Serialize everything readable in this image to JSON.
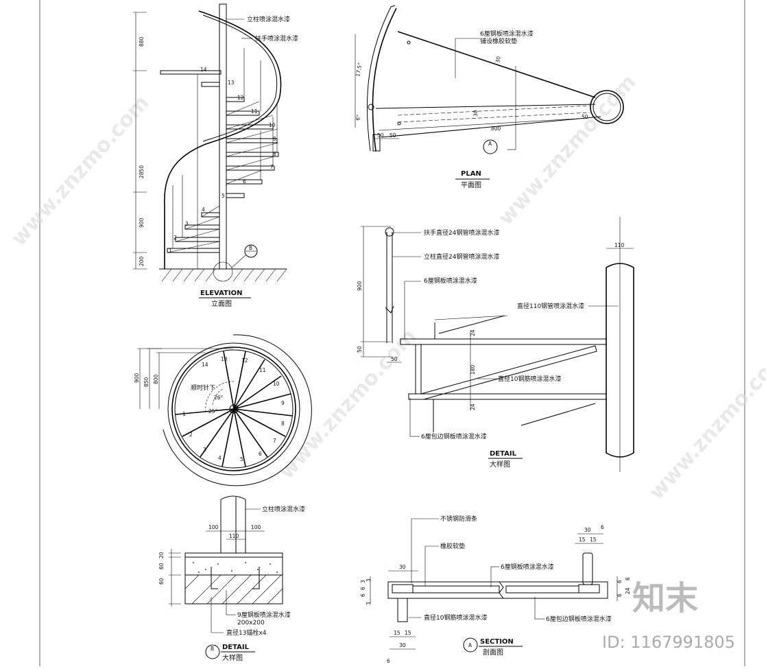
{
  "elevation": {
    "title": "ELEVATION",
    "subtitle": "立面图",
    "labels": {
      "column": "立柱喷涂混水漆",
      "handrail": "扶手喷涂混水漆",
      "callout": "B"
    },
    "dims": [
      "880",
      "2850",
      "900",
      "200"
    ],
    "steps": [
      "1",
      "2",
      "3",
      "4",
      "5",
      "6",
      "7",
      "8",
      "9",
      "10",
      "11",
      "12",
      "13",
      "14"
    ]
  },
  "plan": {
    "title": "PLAN",
    "subtitle": "平面图",
    "labels": {
      "plate": "6厘钢板喷涂混水漆",
      "pad": "铺设橡胶软垫",
      "callout": "A"
    },
    "dims": [
      "30",
      "30",
      "800",
      "50",
      "50",
      "50",
      "17.5°",
      "6°"
    ]
  },
  "plan_circle": {
    "label": "顺时针下",
    "dims": [
      "900",
      "850",
      "800"
    ],
    "angles": [
      "25°",
      "26°"
    ],
    "steps": [
      "1",
      "2",
      "3",
      "4",
      "5",
      "6",
      "7",
      "8",
      "9",
      "10",
      "11",
      "12",
      "13",
      "14"
    ]
  },
  "detail_right": {
    "title": "DETAIL",
    "subtitle": "大样图",
    "labels": {
      "handrail": "扶手直径24钢管喷涂混水漆",
      "post": "立柱直径24钢管喷涂混水漆",
      "plate": "6厘钢板喷涂混水漆",
      "pipe": "直径110钢管喷涂混水漆",
      "rebar": "直径10钢筋喷涂混水漆",
      "edge": "6厘包边钢板喷涂混水漆"
    },
    "dims": [
      "110",
      "900",
      "50",
      "50",
      "24",
      "180",
      "24"
    ]
  },
  "detail_base": {
    "title": "DETAIL",
    "subtitle": "大样图",
    "callout": "B",
    "labels": {
      "column": "立柱喷涂混水漆",
      "plate": "9厘钢板喷涂混水漆",
      "plate_size": "200x200",
      "bolt": "直径13锚栓x4"
    },
    "dims": [
      "100",
      "100",
      "110",
      "20",
      "60",
      "60"
    ]
  },
  "section": {
    "title": "SECTION",
    "subtitle": "剖面图",
    "callout": "A",
    "labels": {
      "strip": "不锈钢防滑条",
      "pad": "橡胶软垫",
      "plate": "6厘钢板喷涂混水漆",
      "rebar": "直径10钢筋喷涂混水漆",
      "edge": "6厘包边钢板喷涂混水漆"
    },
    "dims": [
      "30",
      "30",
      "6",
      "15",
      "15",
      "15",
      "15",
      "30",
      "6",
      "6",
      "6",
      "3",
      "3",
      "6",
      "6",
      "6",
      "24",
      "6"
    ]
  },
  "watermark": {
    "brand": "知末",
    "id": "ID: 1167991805",
    "site": "www.znzmo.com"
  }
}
